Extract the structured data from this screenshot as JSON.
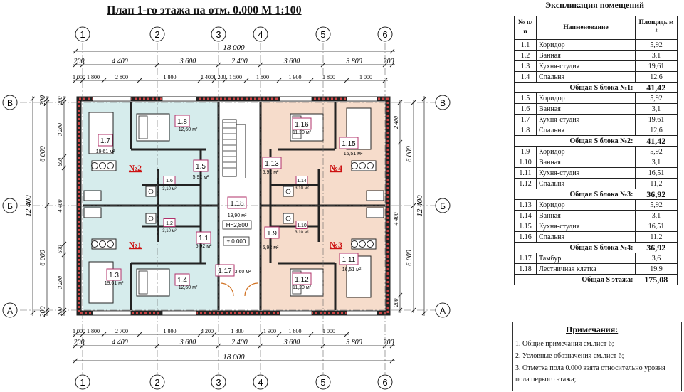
{
  "title": "План 1-го этажа на отм. 0.000  М 1:100",
  "axes_numeric": [
    "1",
    "2",
    "3",
    "4",
    "5",
    "6"
  ],
  "axes_letter": [
    "В",
    "Б",
    "А"
  ],
  "dims": {
    "overall": "18 000",
    "top_spans": [
      "200",
      "4 400",
      "3 600",
      "2 400",
      "3 600",
      "3 800",
      "200"
    ],
    "top_detail": [
      "1 000",
      "1 800",
      "2 800",
      "1 800",
      "1 400",
      "1 200",
      "1 500",
      "1 800",
      "1 900",
      "1 800",
      "1 000"
    ],
    "bottom_spans": [
      "200",
      "4 400",
      "3 600",
      "2 400",
      "3 600",
      "3 800",
      "200"
    ],
    "bottom_detail": [
      "1 000",
      "1 800",
      "2 700",
      "1 800",
      "4 200",
      "1 800",
      "1 900",
      "1 800",
      "1 000"
    ],
    "left_total": "12 400",
    "left_spans": [
      "200",
      "6 000",
      "6 000",
      "200"
    ],
    "left_detail": [
      "200",
      "3 200",
      "600",
      "4 400",
      "600",
      "3 200",
      "200"
    ],
    "right_total": "12 400",
    "right_spans": [
      "6 000",
      "6 000"
    ],
    "right_detail": [
      "2 400",
      "4 400",
      "200"
    ]
  },
  "rooms": [
    {
      "id": "1.7",
      "area": "19,61 м²"
    },
    {
      "id": "1.8",
      "area": "12,60 м²"
    },
    {
      "id": "1.5",
      "area": "5,92 м²"
    },
    {
      "id": "1.6",
      "area": "3,10 м²"
    },
    {
      "id": "1.3",
      "area": "19,61 м²"
    },
    {
      "id": "1.4",
      "area": "12,60 м²"
    },
    {
      "id": "1.1",
      "area": "5,92 м²"
    },
    {
      "id": "1.2",
      "area": "3,10 м²"
    },
    {
      "id": "1.18",
      "area": "19,90 м²"
    },
    {
      "id": "1.17",
      "area": "3,60 м²"
    },
    {
      "id": "1.16",
      "area": "11,20 м²"
    },
    {
      "id": "1.15",
      "area": "16,51 м²"
    },
    {
      "id": "1.13",
      "area": "5,92 м²"
    },
    {
      "id": "1.14",
      "area": "3,10 м²"
    },
    {
      "id": "1.9",
      "area": "5,92 м²"
    },
    {
      "id": "1.10",
      "area": "3,10 м²"
    },
    {
      "id": "1.12",
      "area": "11,20 м²"
    },
    {
      "id": "1.11",
      "area": "16,51 м²"
    }
  ],
  "blocks": [
    "№2",
    "№1",
    "№4",
    "№3"
  ],
  "stair_height": "H=2,800",
  "elevation": "± 0.000",
  "explication": {
    "title": "Экспликация помещений",
    "headers": {
      "num": "№ п/п",
      "name": "Наименование",
      "area": "Площадь м ²"
    },
    "groups": [
      {
        "rows": [
          [
            "1.1",
            "Коридор",
            "5,92"
          ],
          [
            "1.2",
            "Ванная",
            "3,1"
          ],
          [
            "1.3",
            "Кухня-студия",
            "19,61"
          ],
          [
            "1.4",
            "Спальня",
            "12,6"
          ]
        ],
        "total_label": "Общая S блока №1:",
        "total": "41,42"
      },
      {
        "rows": [
          [
            "1.5",
            "Коридор",
            "5,92"
          ],
          [
            "1.6",
            "Ванная",
            "3,1"
          ],
          [
            "1.7",
            "Кухня-студия",
            "19,61"
          ],
          [
            "1.8",
            "Спальня",
            "12,6"
          ]
        ],
        "total_label": "Общая S блока №2:",
        "total": "41,42"
      },
      {
        "rows": [
          [
            "1.9",
            "Коридор",
            "5,92"
          ],
          [
            "1.10",
            "Ванная",
            "3,1"
          ],
          [
            "1.11",
            "Кухня-студия",
            "16,51"
          ],
          [
            "1.12",
            "Спальня",
            "11,2"
          ]
        ],
        "total_label": "Общая S блока №3:",
        "total": "36,92"
      },
      {
        "rows": [
          [
            "1.13",
            "Коридор",
            "5,92"
          ],
          [
            "1.14",
            "Ванная",
            "3,1"
          ],
          [
            "1.15",
            "Кухня-студия",
            "16,51"
          ],
          [
            "1.16",
            "Спальня",
            "11,2"
          ]
        ],
        "total_label": "Общая S блока №4:",
        "total": "36,92"
      },
      {
        "rows": [
          [
            "1.17",
            "Тамбур",
            "3,6"
          ],
          [
            "1.18",
            "Лестничная клетка",
            "19,9"
          ]
        ],
        "total_label": "Общая S этажа:",
        "total": "175,08"
      }
    ]
  },
  "notes": {
    "title": "Примечания:",
    "items": [
      "1. Общие примечания см.лист 6;",
      "2. Условные обозначения см.лист 6;",
      "3. Отметка пола 0.000 взята относительно уровня",
      "пола первого этажа;"
    ]
  },
  "colors": {
    "unit_blue": "#d6ecec",
    "unit_peach": "#f6dccb",
    "room_tag": "#b0306a",
    "block_label": "#cc1111",
    "wall": "#c44"
  }
}
